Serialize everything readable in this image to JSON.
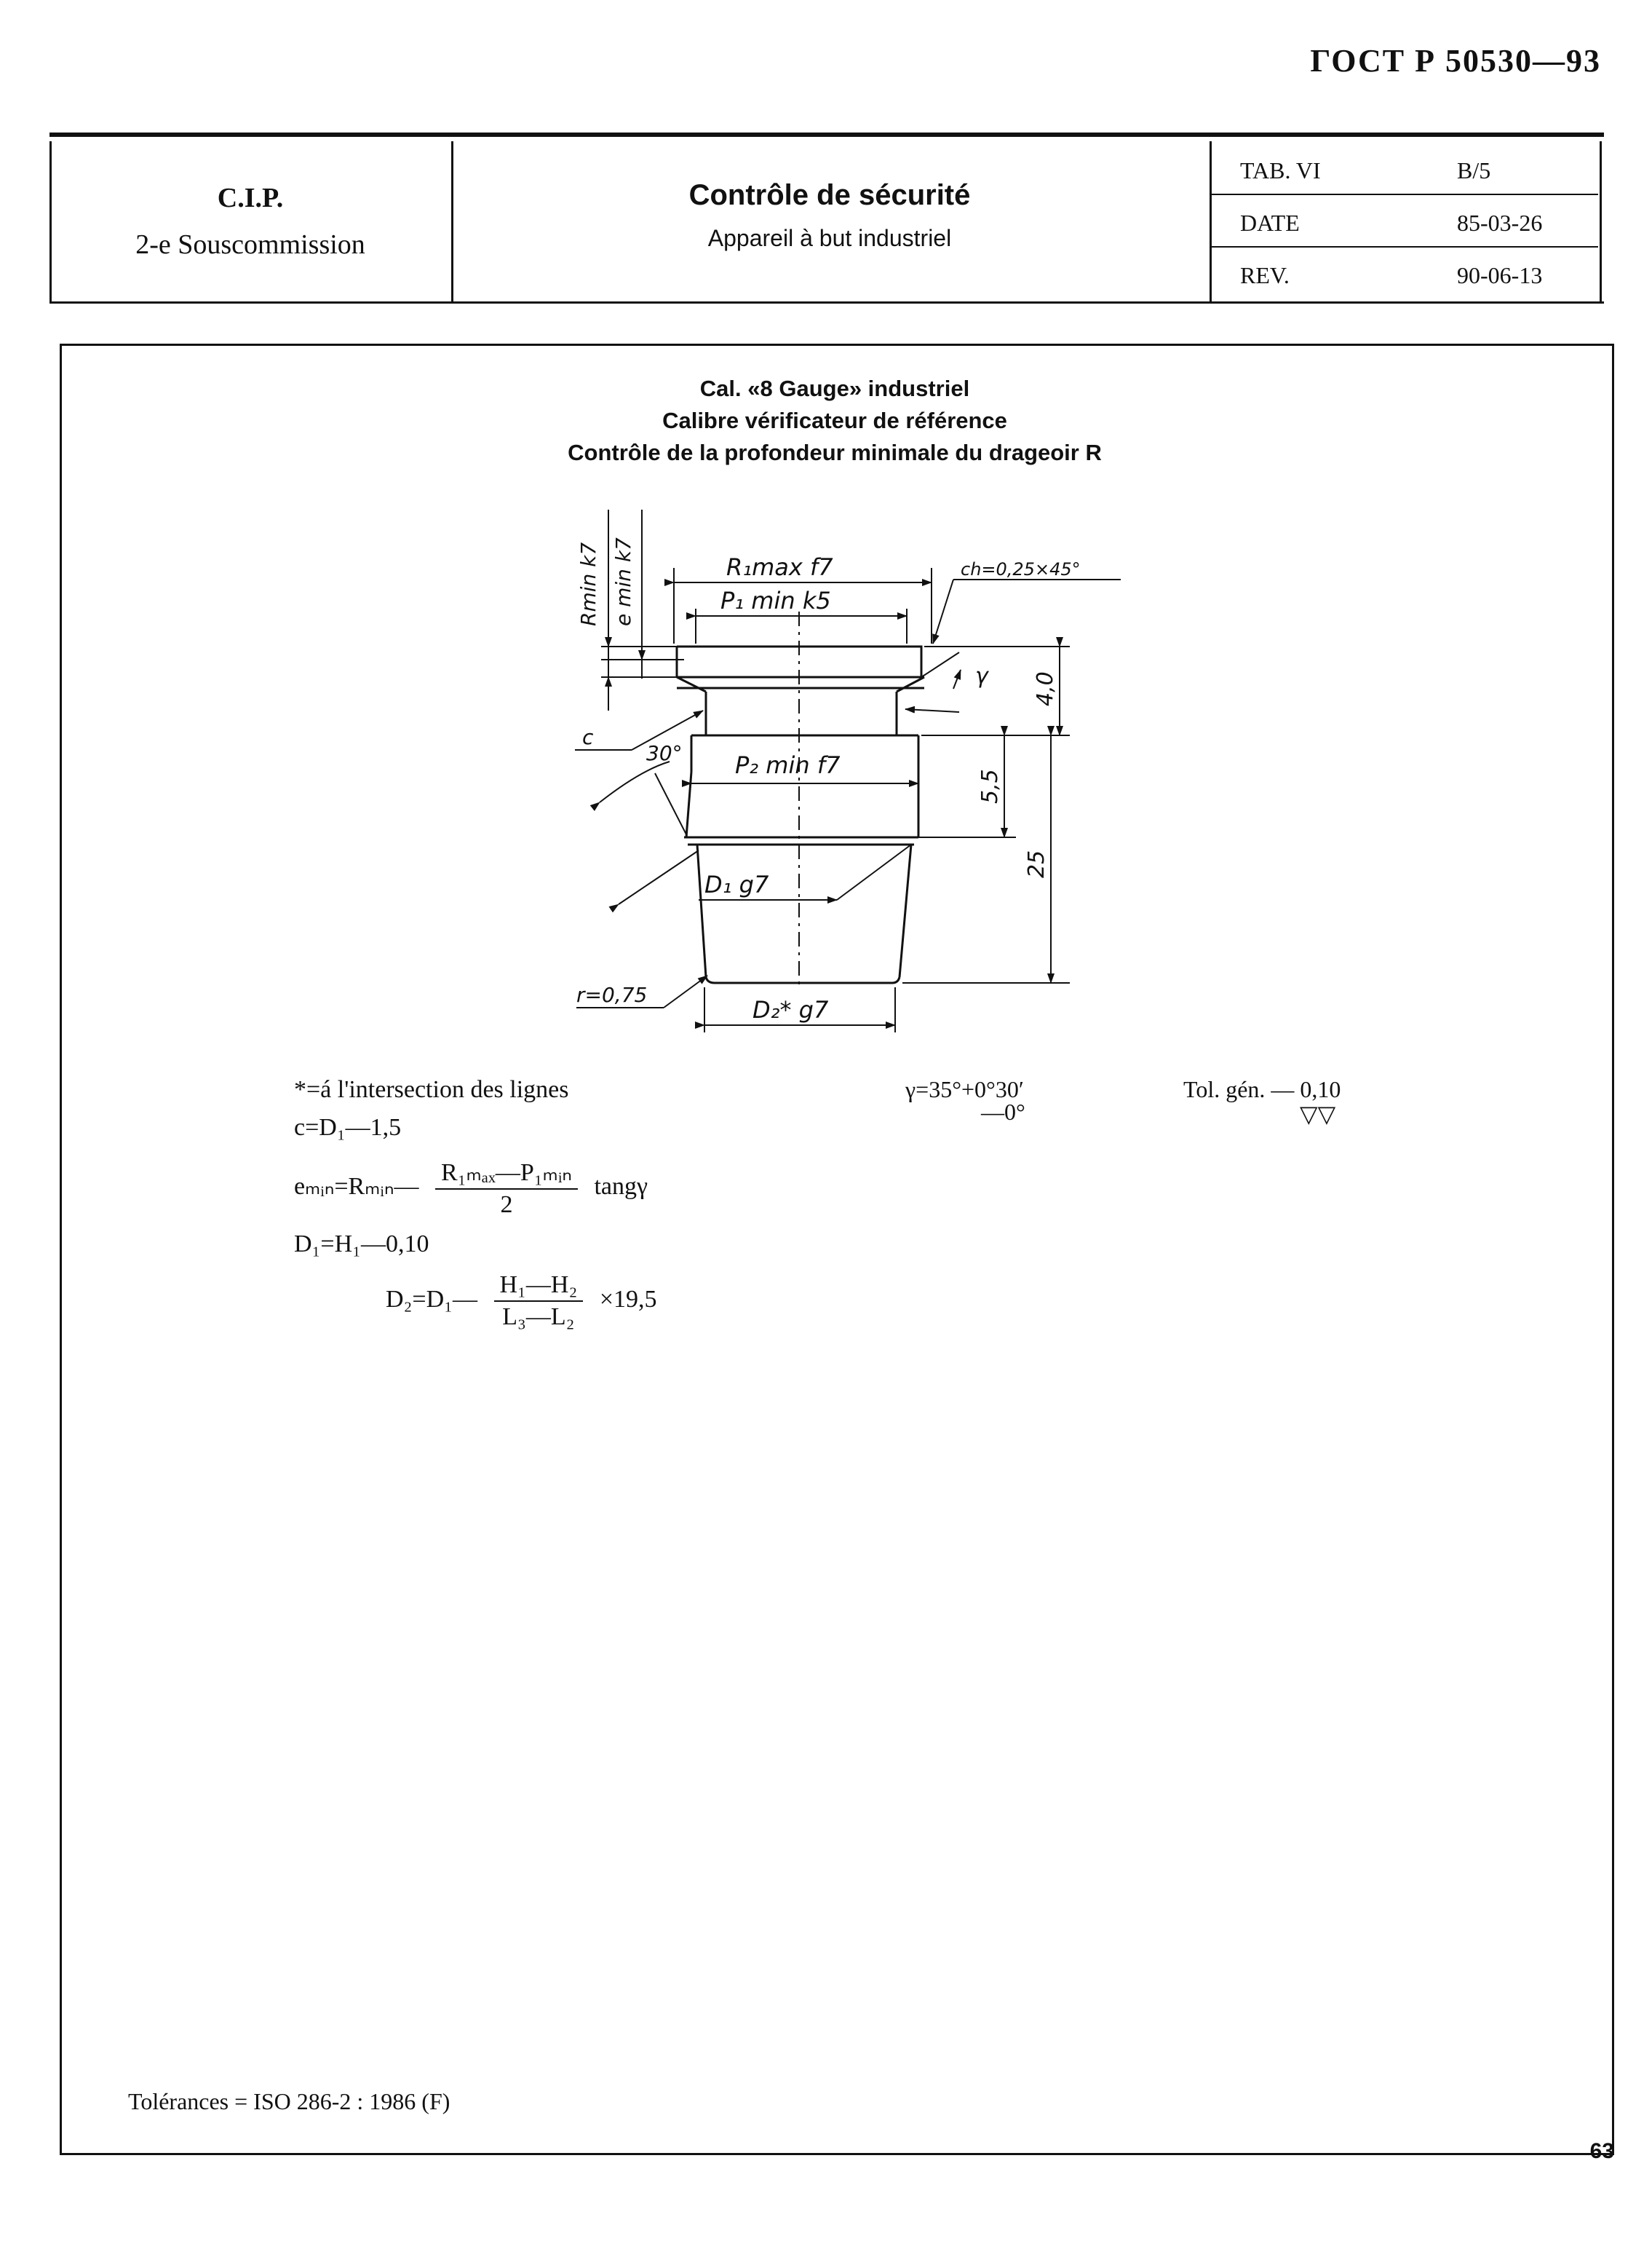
{
  "standard": "ГОСТ Р  50530—93",
  "header": {
    "org_line1": "C.I.P.",
    "org_line2": "2-e Souscommission",
    "title": "Contrôle de sécurité",
    "subtitle": "Appareil à but industriel",
    "table": [
      {
        "key": "TAB. VI",
        "value": "B/5"
      },
      {
        "key": "DATE",
        "value": "85-03-26"
      },
      {
        "key": "REV.",
        "value": "90-06-13"
      }
    ]
  },
  "drawing_title": {
    "line1": "Cal. «8 Gauge» industriel",
    "line2": "Calibre vérificateur de référence",
    "line3": "Contrôle de la profondeur minimale du drageoir R"
  },
  "drawing_labels": {
    "rmin": "Rmin k7",
    "emin": "e min k7",
    "r1max": "R₁max  f7",
    "p1min": "P₁ min  k5",
    "chamfer": "ch=0,25×45°",
    "gamma": "γ",
    "c": "c",
    "angle30": "30°",
    "p2min": "P₂ min  f7",
    "dim40": "4,0",
    "dim55": "5,5",
    "dim25": "25",
    "d1": "D₁  g7",
    "r075": "r=0,75",
    "d2": "D₂*  g7"
  },
  "notes": {
    "asterisk": "*=á l'intersection des lignes",
    "c_formula": "c=D₁—1,5",
    "emin_lhs": "eₘᵢₙ=Rₘᵢₙ—",
    "emin_num": "R₁ₘₐₓ—P₁ₘᵢₙ",
    "emin_den": "2",
    "emin_tail": "tangγ",
    "d1_formula": "D₁=H₁—0,10",
    "d2_lhs": "D₂=D₁—",
    "d2_num": "H₁—H₂",
    "d2_den": "L₃—L₂",
    "d2_tail": "×19,5",
    "gamma_line1": "γ=35°+0°30′",
    "gamma_line2": "—0°",
    "tol_gen": "Tol. gén.",
    "tol_value": "— 0,10",
    "tol_symbol": "▽▽"
  },
  "tolerances": "Tolérances = ISO 286-2 : 1986 (F)",
  "page_number": "63"
}
